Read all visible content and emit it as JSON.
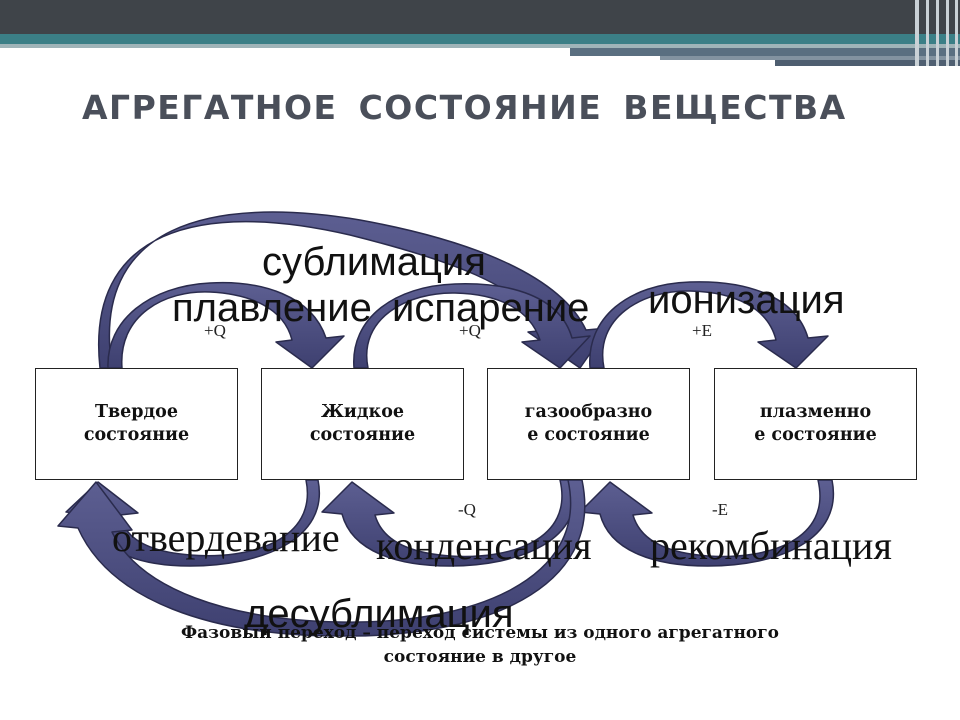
{
  "slide": {
    "title": "АГРЕГАТНОЕ  СОСТОЯНИЕ ВЕЩЕСТВА",
    "footer_line1": "Фазовый переход – переход системы из одного агрегатного",
    "footer_line2": "состояние в другое"
  },
  "states": [
    {
      "id": "solid",
      "label": "Твердое\nсостояние"
    },
    {
      "id": "liquid",
      "label": "Жидкое\nсостояние"
    },
    {
      "id": "gas",
      "label": "газообразно\nе состояние"
    },
    {
      "id": "plasma",
      "label": "плазменно\nе состояние"
    }
  ],
  "transitions": {
    "sublimation": "сублимация",
    "melting": "плавление",
    "evaporation": "испарение",
    "ionization": "ионизация",
    "solidification": "отвердевание",
    "condensation": "конденсация",
    "recombination": "рекомбинация",
    "desublimation": "десублимация"
  },
  "energy": {
    "melting": "+Q",
    "evaporation": "+Q",
    "ionization": "+E",
    "condensation": "-Q",
    "recombination": "-E"
  },
  "colors": {
    "arrow_fill": "#4a4c7a",
    "arrow_stroke": "#2a2b4d",
    "title": "#4a4f5a",
    "bar_dark": "#3f4449",
    "bar_teal": "#3b7f86"
  }
}
